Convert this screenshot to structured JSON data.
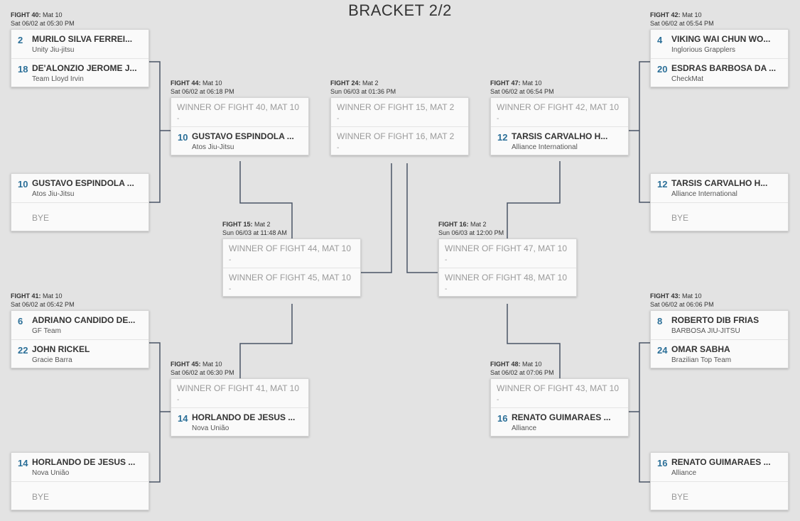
{
  "page": {
    "title": "BRACKET 2/2"
  },
  "fights": {
    "f40": {
      "label": "FIGHT 40:",
      "mat": " Mat 10",
      "time": "Sat 06/02 at 05:30 PM",
      "slots": [
        {
          "seed": "2",
          "name": "MURILO SILVA FERREI...",
          "team": "Unity Jiu-jitsu"
        },
        {
          "seed": "18",
          "name": "DE'ALONZIO JEROME J...",
          "team": "Team Lloyd Irvin"
        }
      ]
    },
    "f42": {
      "label": "FIGHT 42:",
      "mat": " Mat 10",
      "time": "Sat 06/02 at 05:54 PM",
      "slots": [
        {
          "seed": "4",
          "name": "VIKING WAI CHUN WO...",
          "team": "Inglorious Grapplers"
        },
        {
          "seed": "20",
          "name": "ESDRAS BARBOSA DA ...",
          "team": "CheckMat"
        }
      ]
    },
    "bye_l1": {
      "slots": [
        {
          "seed": "10",
          "name": "GUSTAVO ESPINDOLA ...",
          "team": "Atos Jiu-Jitsu"
        },
        {
          "bye": "BYE"
        }
      ]
    },
    "bye_r1": {
      "slots": [
        {
          "seed": "12",
          "name": "TARSIS CARVALHO H...",
          "team": "Alliance International"
        },
        {
          "bye": "BYE"
        }
      ]
    },
    "f44": {
      "label": "FIGHT 44:",
      "mat": " Mat 10",
      "time": "Sat 06/02 at 06:18 PM",
      "slots": [
        {
          "winner": "WINNER OF FIGHT 40, MAT 10",
          "dash": "-"
        },
        {
          "seed": "10",
          "name": "GUSTAVO ESPINDOLA ...",
          "team": "Atos Jiu-Jitsu"
        }
      ]
    },
    "f24": {
      "label": "FIGHT 24:",
      "mat": " Mat 2",
      "time": "Sun 06/03 at 01:36 PM",
      "slots": [
        {
          "winner": "WINNER OF FIGHT 15, MAT 2",
          "dash": "-"
        },
        {
          "winner": "WINNER OF FIGHT 16, MAT 2",
          "dash": "-"
        }
      ]
    },
    "f47": {
      "label": "FIGHT 47:",
      "mat": " Mat 10",
      "time": "Sat 06/02 at 06:54 PM",
      "slots": [
        {
          "winner": "WINNER OF FIGHT 42, MAT 10",
          "dash": "-"
        },
        {
          "seed": "12",
          "name": "TARSIS CARVALHO H...",
          "team": "Alliance International"
        }
      ]
    },
    "f15": {
      "label": "FIGHT 15:",
      "mat": " Mat 2",
      "time": "Sun 06/03 at 11:48 AM",
      "slots": [
        {
          "winner": "WINNER OF FIGHT 44, MAT 10",
          "dash": "-"
        },
        {
          "winner": "WINNER OF FIGHT 45, MAT 10",
          "dash": "-"
        }
      ]
    },
    "f16": {
      "label": "FIGHT 16:",
      "mat": " Mat 2",
      "time": "Sun 06/03 at 12:00 PM",
      "slots": [
        {
          "winner": "WINNER OF FIGHT 47, MAT 10",
          "dash": "-"
        },
        {
          "winner": "WINNER OF FIGHT 48, MAT 10",
          "dash": "-"
        }
      ]
    },
    "f41": {
      "label": "FIGHT 41:",
      "mat": " Mat 10",
      "time": "Sat 06/02 at 05:42 PM",
      "slots": [
        {
          "seed": "6",
          "name": "ADRIANO CANDIDO DE...",
          "team": "GF Team"
        },
        {
          "seed": "22",
          "name": "JOHN RICKEL",
          "team": "Gracie Barra"
        }
      ]
    },
    "f43": {
      "label": "FIGHT 43:",
      "mat": " Mat 10",
      "time": "Sat 06/02 at 06:06 PM",
      "slots": [
        {
          "seed": "8",
          "name": "ROBERTO DIB FRIAS",
          "team": "BARBOSA JIU-JITSU"
        },
        {
          "seed": "24",
          "name": "OMAR SABHA",
          "team": "Brazilian Top Team"
        }
      ]
    },
    "f45": {
      "label": "FIGHT 45:",
      "mat": " Mat 10",
      "time": "Sat 06/02 at 06:30 PM",
      "slots": [
        {
          "winner": "WINNER OF FIGHT 41, MAT 10",
          "dash": "-"
        },
        {
          "seed": "14",
          "name": "HORLANDO DE JESUS ...",
          "team": "Nova União"
        }
      ]
    },
    "f48": {
      "label": "FIGHT 48:",
      "mat": " Mat 10",
      "time": "Sat 06/02 at 07:06 PM",
      "slots": [
        {
          "winner": "WINNER OF FIGHT 43, MAT 10",
          "dash": "-"
        },
        {
          "seed": "16",
          "name": "RENATO GUIMARAES ...",
          "team": "Alliance"
        }
      ]
    },
    "bye_l2": {
      "slots": [
        {
          "seed": "14",
          "name": "HORLANDO DE JESUS ...",
          "team": "Nova União"
        },
        {
          "bye": "BYE"
        }
      ]
    },
    "bye_r2": {
      "slots": [
        {
          "seed": "16",
          "name": "RENATO GUIMARAES ...",
          "team": "Alliance"
        },
        {
          "bye": "BYE"
        }
      ]
    }
  }
}
